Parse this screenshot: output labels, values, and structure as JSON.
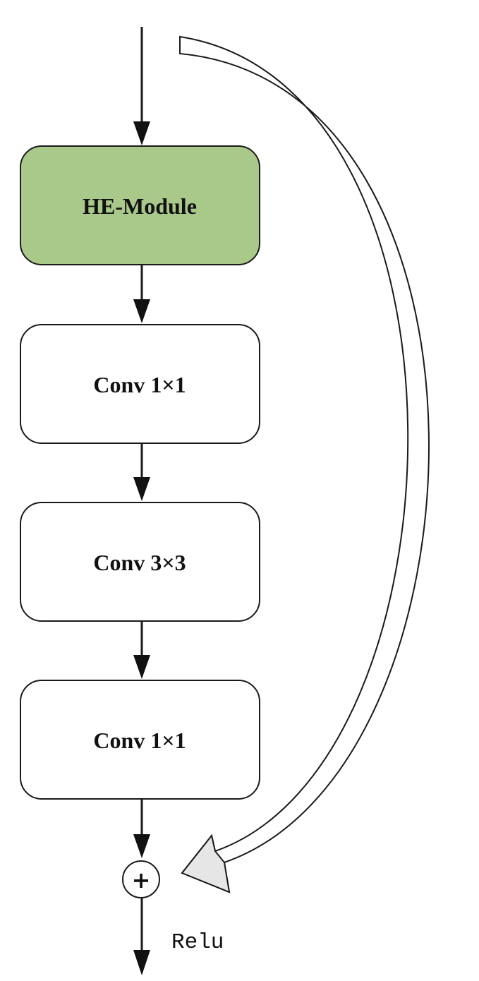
{
  "blocks": [
    {
      "label": "HE-Module",
      "fill": "#a9c98a"
    },
    {
      "label": "Conv 1×1",
      "fill": "#ffffff"
    },
    {
      "label": "Conv 3×3",
      "fill": "#ffffff"
    },
    {
      "label": "Conv 1×1",
      "fill": "#ffffff"
    }
  ],
  "sum_node": {
    "symbol": "+"
  },
  "output_label": "Relu",
  "colors": {
    "stroke": "#1a1a1a",
    "skip_arrow_fill": "#e6e6e6"
  }
}
